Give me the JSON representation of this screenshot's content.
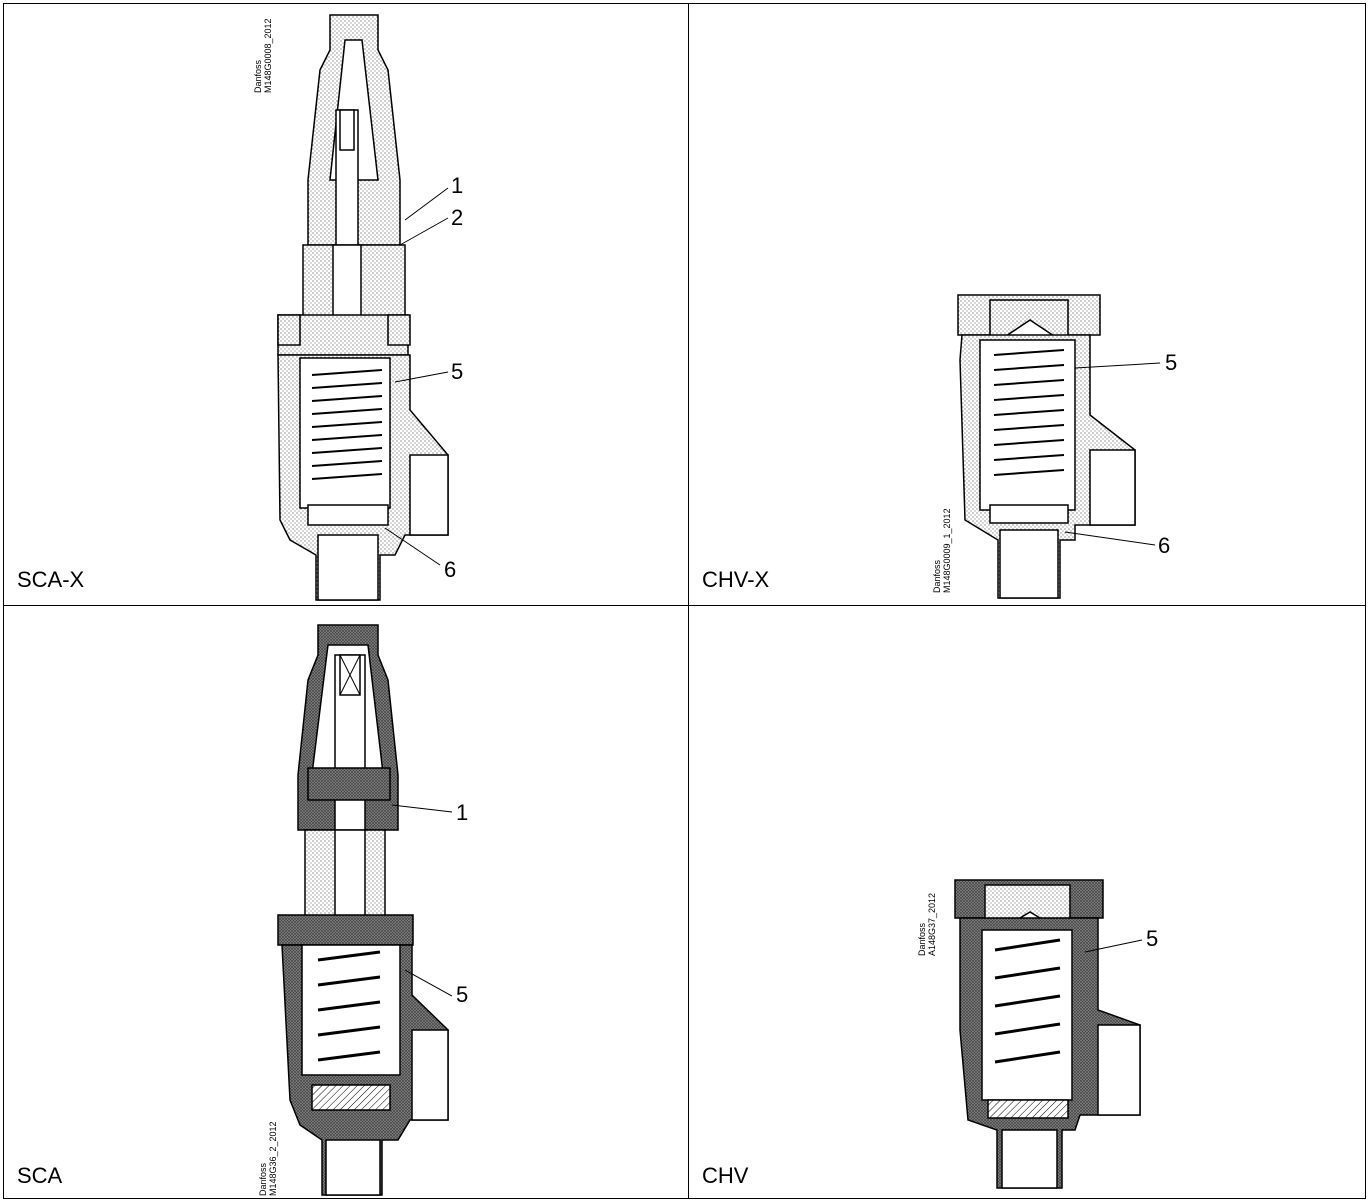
{
  "panels": [
    {
      "name": "SCA-X",
      "source": [
        "Danfoss",
        "M148G0008_2012"
      ],
      "callouts": [
        "1",
        "2",
        "5",
        "6"
      ]
    },
    {
      "name": "CHV-X",
      "source": [
        "Danfoss",
        "M148G0009_1_2012"
      ],
      "callouts": [
        "5",
        "6"
      ]
    },
    {
      "name": "SCA",
      "source": [
        "Danfoss",
        "M148G36_2_2012"
      ],
      "callouts": [
        "1",
        "5"
      ]
    },
    {
      "name": "CHV",
      "source": [
        "Danfoss",
        "A148G37_2012"
      ],
      "callouts": [
        "5"
      ]
    }
  ]
}
